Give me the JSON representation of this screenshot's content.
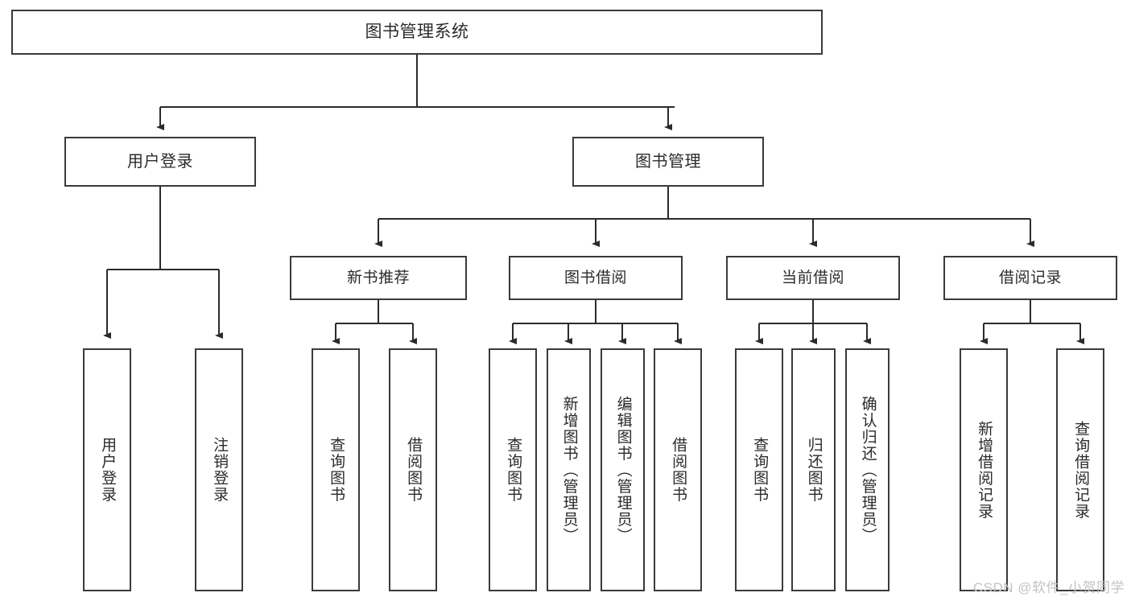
{
  "diagram": {
    "title": "图书管理系统",
    "type": "tree",
    "watermark": "CSDN @软件_小贺同学",
    "colors": {
      "background": "#ffffff",
      "node_border": "#3a3a3a",
      "node_fill": "#ffffff",
      "edge": "#2b2b2b",
      "text": "#2b2b2b",
      "watermark": "#c3c3c3"
    }
  },
  "nodes": {
    "root": {
      "label": "图书管理系统"
    },
    "level2": [
      {
        "label": "用户登录"
      },
      {
        "label": "图书管理"
      }
    ],
    "level3": [
      {
        "label": "新书推荐"
      },
      {
        "label": "图书借阅"
      },
      {
        "label": "当前借阅"
      },
      {
        "label": "借阅记录"
      }
    ],
    "leaves": {
      "user_login": [
        {
          "label": "用户登录"
        },
        {
          "label": "注销登录"
        }
      ],
      "new_book_recommend": [
        {
          "label": "查询图书"
        },
        {
          "label": "借阅图书"
        }
      ],
      "book_borrow": [
        {
          "label": "查询图书"
        },
        {
          "label": "新增图书（管理员）"
        },
        {
          "label": "编辑图书（管理员）"
        },
        {
          "label": "借阅图书"
        }
      ],
      "current_borrow": [
        {
          "label": "查询图书"
        },
        {
          "label": "归还图书"
        },
        {
          "label": "确认归还（管理员）"
        }
      ],
      "borrow_record": [
        {
          "label": "新增借阅记录"
        },
        {
          "label": "查询借阅记录"
        }
      ]
    }
  }
}
